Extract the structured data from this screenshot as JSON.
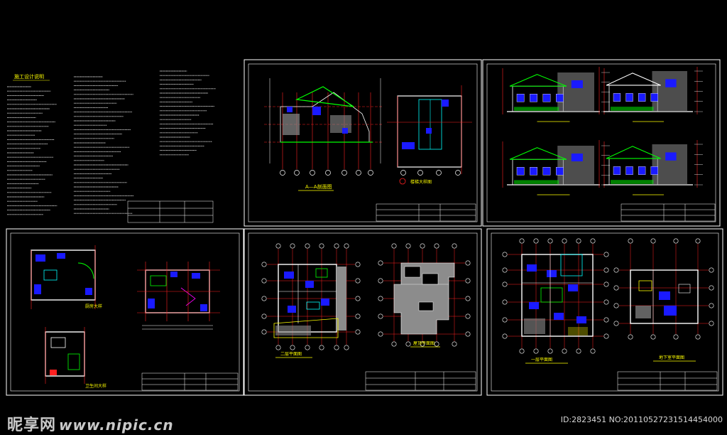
{
  "watermark": {
    "site_name": "昵享网",
    "site_url": "www.nipic.cn",
    "image_id": "ID:2823451 NO:20110527231514454000"
  },
  "sheets": [
    {
      "name": "design-notes-sheet",
      "title": "施工设计说明"
    },
    {
      "name": "section-sheet",
      "title": "A—A剖面图",
      "title2": "楼梯大样图"
    },
    {
      "name": "elevations-sheet"
    },
    {
      "name": "details-sheet",
      "title": "厨房大样",
      "title2": "卫生间大样"
    },
    {
      "name": "floor2-sheet",
      "title": "二层平面图",
      "title2": "屋顶平面图"
    },
    {
      "name": "floor1-sheet",
      "title": "一层平面图",
      "title2": "地下室平面图"
    }
  ],
  "colors": {
    "background": "#000000",
    "frame": "#ffffff",
    "axis": "#ff2020",
    "wall": "#ffffff",
    "fill_blue": "#1a1aff",
    "green": "#00ff00",
    "yellow": "#ffff00",
    "cyan": "#00ffff",
    "magenta": "#ff00ff",
    "gray": "#8c8c8c"
  }
}
